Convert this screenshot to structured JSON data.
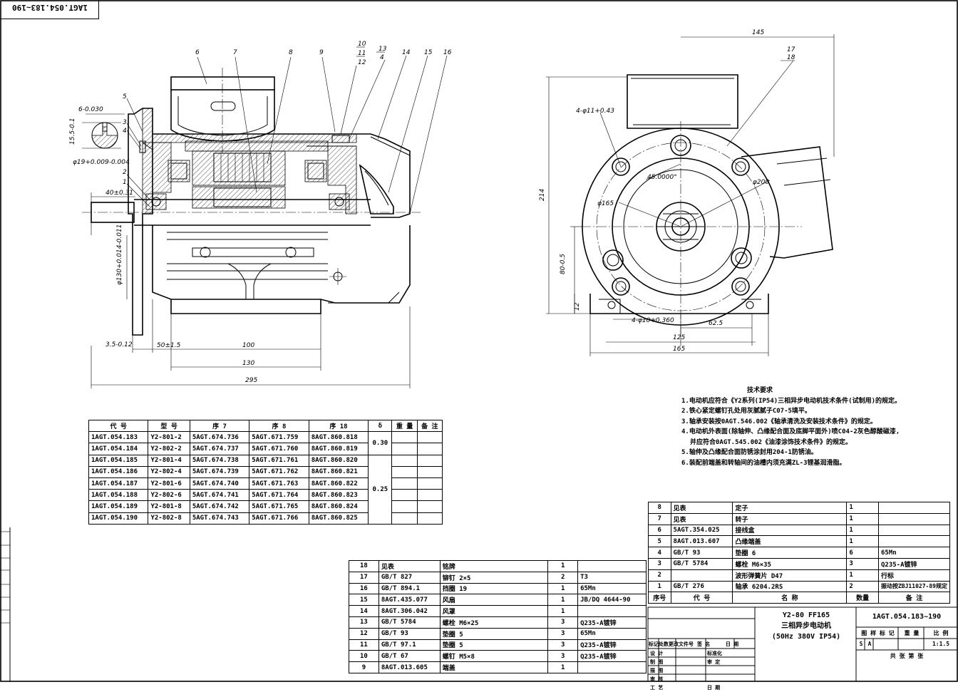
{
  "drawing_number_stamp": "1AGT.054.183~190",
  "side_view": {
    "balloons": [
      "1",
      "2",
      "3",
      "4",
      "5",
      "6",
      "7",
      "8",
      "9",
      "10",
      "11",
      "12",
      "13",
      "4",
      "14",
      "15",
      "16"
    ],
    "dimensions": {
      "d40": "40±0.31",
      "d6": "6-0.030",
      "d15_5": "15.5-0.1",
      "d19": "φ19+0.009-0.004",
      "d130dia": "φ130+0.014-0.011",
      "d3_5": "3.5-0.12",
      "d50": "50±1.5",
      "d100": "100",
      "d130": "130",
      "d295": "295"
    }
  },
  "end_view": {
    "balloons": [
      "17",
      "18"
    ],
    "dimensions": {
      "d145": "145",
      "holes_top": "4-φ11+0.43",
      "angle": "45.0000°",
      "d200": "φ200",
      "d165": "φ165",
      "d214": "214",
      "d80": "80-0.5",
      "d12": "12",
      "holes_bottom": "4-φ10+0.360",
      "d62_5": "62.5",
      "d125": "125",
      "d165w": "165"
    }
  },
  "tech_requirements": {
    "title": "技术要求",
    "items": [
      "1.电动机应符合《Y2系列(IP54)三相异步电动机技术条件(试制用)的规定。",
      "2.铁心紧定螺钉孔处用灰腻腻子C07-5填平。",
      "3.轴承安装按0AGT.546.002《轴承清洗及安装技术条件》的规定。",
      "4.电动机外表面(除轴伸、凸缘配合面及底脚平面外)喷C04-2灰色醇酸磁漆,",
      "并应符合0AGT.545.002《油漆涂饰技术条件》的规定。",
      "5.轴伸及凸缘配合面防锈涂封用204-1防锈油。",
      "6.装配前端盖和转轴间的油槽内须充满ZL-3锂基润滑脂。"
    ]
  },
  "variant_table": {
    "headers": [
      "代  号",
      "型  号",
      "序 7",
      "序 8",
      "序 18",
      "δ",
      "重 量",
      "备 注"
    ],
    "rows": [
      [
        "1AGT.054.183",
        "Y2-801-2",
        "5AGT.674.736",
        "5AGT.671.759",
        "8AGT.860.818"
      ],
      [
        "1AGT.054.184",
        "Y2-802-2",
        "5AGT.674.737",
        "5AGT.671.760",
        "8AGT.860.819"
      ],
      [
        "1AGT.054.185",
        "Y2-801-4",
        "5AGT.674.738",
        "5AGT.671.761",
        "8AGT.860.820"
      ],
      [
        "1AGT.054.186",
        "Y2-802-4",
        "5AGT.674.739",
        "5AGT.671.762",
        "8AGT.860.821"
      ],
      [
        "1AGT.054.187",
        "Y2-801-6",
        "5AGT.674.740",
        "5AGT.671.763",
        "8AGT.860.822"
      ],
      [
        "1AGT.054.188",
        "Y2-802-6",
        "5AGT.674.741",
        "5AGT.671.764",
        "8AGT.860.823"
      ],
      [
        "1AGT.054.189",
        "Y2-801-8",
        "5AGT.674.742",
        "5AGT.671.765",
        "8AGT.860.824"
      ],
      [
        "1AGT.054.190",
        "Y2-802-8",
        "5AGT.674.743",
        "5AGT.671.766",
        "8AGT.860.825"
      ]
    ],
    "delta_a": "0.30",
    "delta_b": "0.25"
  },
  "parts_upper": [
    [
      "8",
      "见表",
      "定子",
      "1",
      ""
    ],
    [
      "7",
      "见表",
      "转子",
      "1",
      ""
    ],
    [
      "6",
      "5AGT.354.025",
      "接线盒",
      "1",
      ""
    ],
    [
      "5",
      "8AGT.013.607",
      "凸缘端盖",
      "1",
      ""
    ],
    [
      "4",
      "GB/T 93",
      "垫圈 6",
      "6",
      "65Mn"
    ],
    [
      "3",
      "GB/T 5784",
      "螺栓 M6×35",
      "3",
      "Q235-A镀锌"
    ],
    [
      "2",
      "",
      "波形弹簧片 D47",
      "1",
      "行标"
    ],
    [
      "1",
      "GB/T 276",
      "轴承 6204.2RS",
      "2",
      "振动按ZBJ11027-89规定"
    ]
  ],
  "parts_upper_header": [
    "序号",
    "代    号",
    "名    称",
    "数量",
    "备  注"
  ],
  "parts_lower": [
    [
      "18",
      "见表",
      "铭牌",
      "1",
      ""
    ],
    [
      "17",
      "GB/T 827",
      "铆钉 2×5",
      "2",
      "T3"
    ],
    [
      "16",
      "GB/T 894.1",
      "挡圈 19",
      "1",
      "65Mn"
    ],
    [
      "15",
      "8AGT.435.077",
      "风扇",
      "1",
      "JB/DQ 4644-90"
    ],
    [
      "14",
      "8AGT.306.042",
      "风罩",
      "1",
      ""
    ],
    [
      "13",
      "GB/T 5784",
      "螺栓 M6×25",
      "3",
      "Q235-A镀锌"
    ],
    [
      "12",
      "GB/T 93",
      "垫圈 5",
      "3",
      "65Mn"
    ],
    [
      "11",
      "GB/T 97.1",
      "垫圈 5",
      "3",
      "Q235-A镀锌"
    ],
    [
      "10",
      "GB/T 67",
      "螺钉 M5×8",
      "3",
      "Q235-A镀锌"
    ],
    [
      "9",
      "8AGT.013.605",
      "端盖",
      "1",
      ""
    ]
  ],
  "title_block": {
    "model": "Y2-80 FF165",
    "name": "三相异步电动机",
    "spec": "(50Hz 380V IP54)",
    "drawing_no": "1AGT.054.183~190",
    "stage_label": "图 样 标 记",
    "weight_label": "重 量",
    "scale_label": "比 例",
    "mark_s": "S",
    "mark_a": "A",
    "scale": "1:1.5",
    "sheets": "共    张    第    张",
    "rev_headers": [
      "标记",
      "处数",
      "更改文件号",
      "签  名",
      "日 期"
    ],
    "sign_rows": [
      [
        "设 计",
        "",
        "标准化",
        ""
      ],
      [
        "制 图",
        "",
        "审 定",
        ""
      ],
      [
        "描 图",
        "",
        "",
        ""
      ],
      [
        "审 核",
        "",
        "",
        ""
      ],
      [
        "工 艺",
        "",
        "日 期",
        ""
      ]
    ]
  }
}
